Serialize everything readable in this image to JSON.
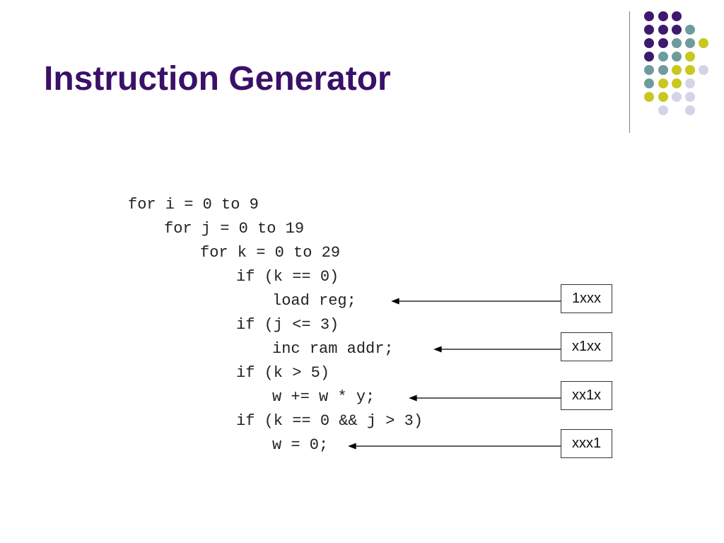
{
  "title": "Instruction Generator",
  "colors": {
    "title": "#3a1068",
    "dot_purple": "#3d1a6e",
    "dot_teal": "#6e9c9c",
    "dot_yellow": "#c8c81e",
    "dot_lavender": "#d4d4e8"
  },
  "code_lines": [
    "for i = 0 to 9",
    "for j = 0 to 19",
    "for k = 0 to 29",
    "if (k == 0)",
    "load reg;",
    "if (j <= 3)",
    "inc ram addr;",
    "if (k > 5)",
    "w += w * y;",
    "if (k == 0 && j > 3)",
    "w = 0;"
  ],
  "bit_patterns": [
    "1xxx",
    "x1xx",
    "xx1x",
    "xxx1"
  ]
}
